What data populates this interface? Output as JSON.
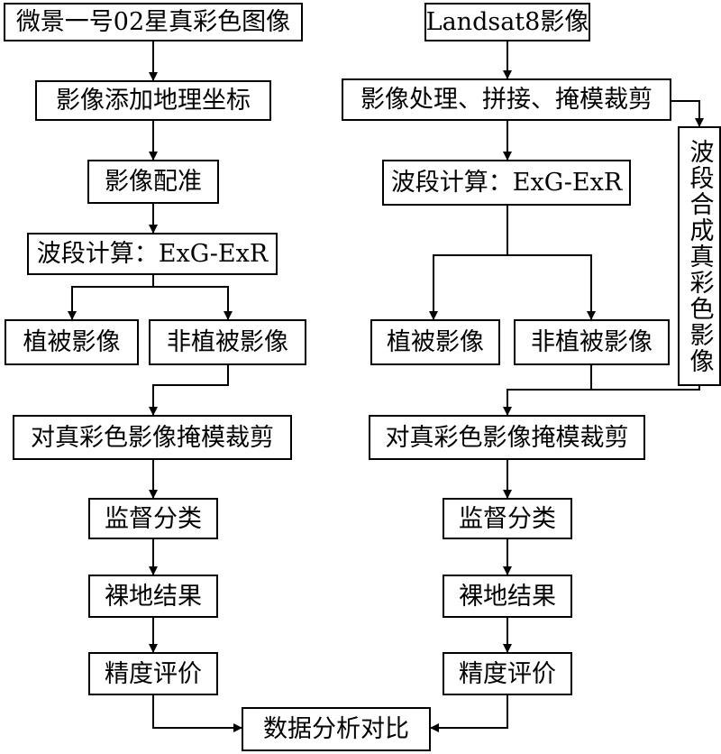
{
  "left": {
    "source": "微景一号02星真彩色图像",
    "georef": "影像添加地理坐标",
    "registration": "影像配准",
    "band_calc": "波段计算：ExG-ExR",
    "veg": "植被影像",
    "nonveg": "非植被影像",
    "mask": "对真彩色影像掩模裁剪",
    "classify": "监督分类",
    "result": "裸地结果",
    "accuracy": "精度评价"
  },
  "right": {
    "source": "Landsat8影像",
    "preprocess": "影像处理、拼接、掩模裁剪",
    "composite": "波段合成真彩色影像",
    "band_calc": "波段计算：ExG-ExR",
    "veg": "植被影像",
    "nonveg": "非植被影像",
    "mask": "对真彩色影像掩模裁剪",
    "classify": "监督分类",
    "result": "裸地结果",
    "accuracy": "精度评价"
  },
  "final": "数据分析对比"
}
